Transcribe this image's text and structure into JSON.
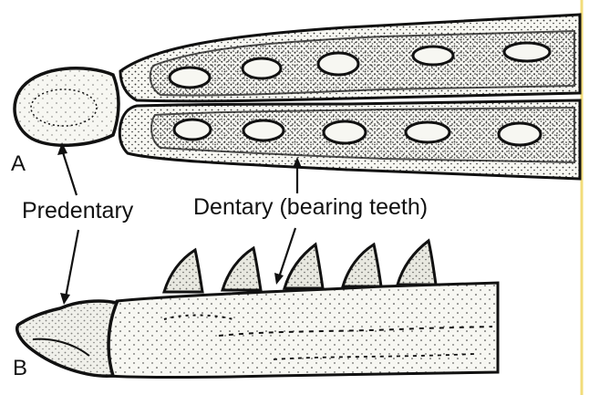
{
  "labels": {
    "view_a": "A",
    "view_b": "B",
    "predentary": "Predentary",
    "dentary": "Dentary (bearing teeth)"
  },
  "colors": {
    "ink": "#111111",
    "fill": "#f7f7f2",
    "tooth_fill": "#e8e8e0",
    "edge_line": "#f2dc7a"
  }
}
